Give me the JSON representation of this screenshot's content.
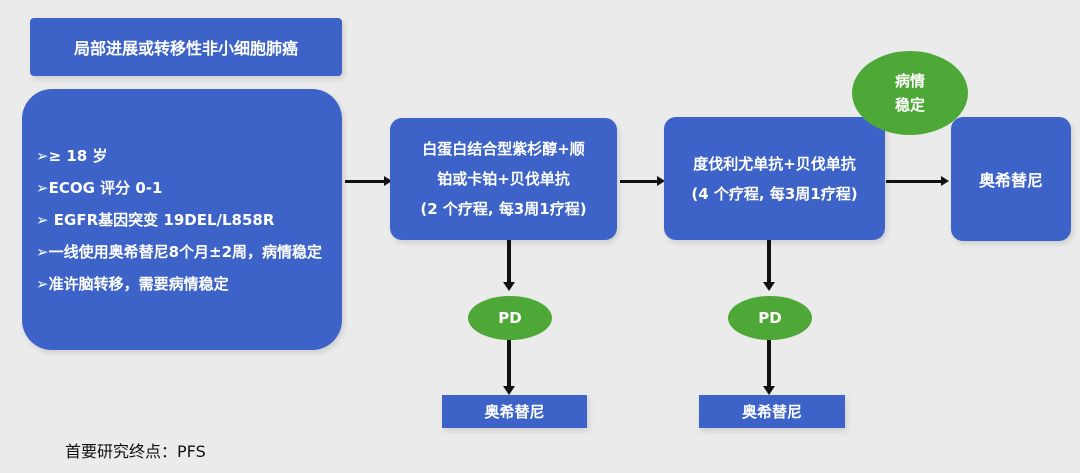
{
  "title": "局部进展或转移性非小细胞肺癌",
  "criteria": [
    "≥ 18 岁",
    "ECOG 评分 0-1",
    " EGFR基因突变 19DEL/L858R",
    "一线使用奥希替尼8个月±2周，病情稳定",
    "准许脑转移，需要病情稳定"
  ],
  "bullet": "➢",
  "step1": [
    "白蛋白结合型紫杉醇+顺",
    "铂或卡铂+贝伐单抗",
    "(2 个疗程, 每3周1疗程)"
  ],
  "step2": [
    "度伐利尤单抗+贝伐单抗",
    "(4 个疗程, 每3周1疗程)"
  ],
  "step3": "奥希替尼",
  "stable": [
    "病情",
    "稳定"
  ],
  "pd1": "PD",
  "pd2": "PD",
  "pd_outcome1": "奥希替尼",
  "pd_outcome2": "奥希替尼",
  "endpoint": "首要研究终点：PFS"
}
